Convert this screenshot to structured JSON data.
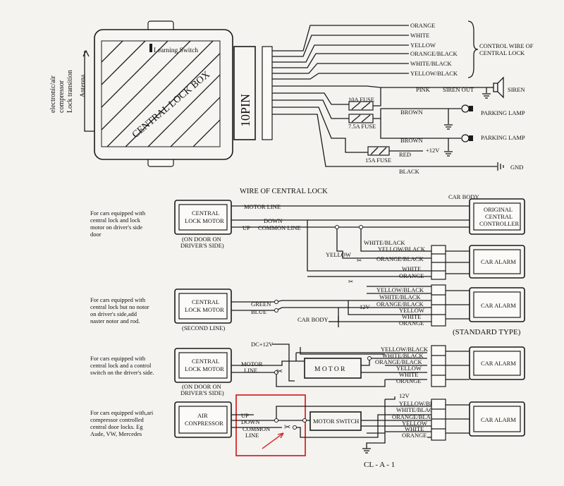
{
  "top": {
    "side_label_lines": [
      "electronic/air",
      "compressor",
      "Lock transition"
    ],
    "antenna": "Antenna",
    "learning_switch": "Learning Switch",
    "box_label": "CENTRAL LOCK BOX",
    "pin_label": "10PIN",
    "control_wires": [
      "ORANGE",
      "WHITE",
      "YELLOW",
      "ORANGE/BLACK",
      "WHITE/BLACK",
      "YELLOW/BLACK"
    ],
    "control_wire_note": [
      "CONTROL WIRE OF",
      "CENTRAL LOCK"
    ],
    "pink": "PINK",
    "siren_out": "SIREN OUT",
    "siren": "SIREN",
    "fuse_10a": "10A FUSE",
    "fuse_7a": "7.5A FUSE",
    "brown1": "BROWN",
    "brown2": "BROWN",
    "parking_lamp1": "PARKING LAMP",
    "parking_lamp2": "PARKING LAMP",
    "fuse_15a": "15A FUSE",
    "red": "RED",
    "plus12v": "+12V",
    "black": "BLACK",
    "gnd": "GND"
  },
  "section1": {
    "title": "WIRE OF CENTRAL LOCK",
    "car_body": "CAR BODY",
    "desc": [
      "For cars equipped with",
      "central lock and lock",
      "motor on driver's side",
      "door"
    ],
    "motor_box": [
      "CENTRAL",
      "LOCK MOTOR"
    ],
    "motor_note": [
      "(ON DOOR ON",
      "DRIVER'S SIDE)"
    ],
    "motor_line": "MOTOR LINE",
    "down": "DOWN",
    "up": "UP",
    "common_line": "COMMON LINE",
    "controller_box": [
      "ORIGINAL",
      "CENTRAL",
      "CONTROLLER"
    ],
    "white_black": "WHITE/BLACK",
    "yellow": "YELLOW",
    "alarm_wires": [
      "YELLOW/BLACK",
      "ORANGE/BLACK",
      "WHITE",
      "ORANGE"
    ],
    "car_alarm": "CAR ALARM"
  },
  "section2": {
    "desc": [
      "For cars equipped with",
      "central lock but no notor",
      "on driver's side,add",
      "naster notor and rod."
    ],
    "motor_box": [
      "CENTRAL",
      "LOCK MOTOR"
    ],
    "second_line": "(SECOND LINE)",
    "green": "GREEN",
    "blue": "BLUE",
    "v12": "12V",
    "car_body": "CAR BODY",
    "alarm_wires": [
      "YELLOW/BLACK",
      "WHITE/BLACK",
      "ORANGE/BLACK",
      "YELLOW",
      "WHITE",
      "ORANGE"
    ],
    "car_alarm": "CAR ALARM",
    "standard_type": "(STANDARD TYPE)"
  },
  "section3": {
    "desc": [
      "For cars equipped with",
      "central lock and a control",
      "switch on the driver's side."
    ],
    "motor_box": [
      "CENTRAL",
      "LOCK MOTOR"
    ],
    "motor_note": [
      "(ON DOOR ON",
      "DRIVER'S SIDE)"
    ],
    "dc12v": "DC+12V",
    "motor_line": [
      "MOTOR",
      "LINE"
    ],
    "motor": "M O T O R",
    "alarm_wires": [
      "YELLOW/BLACK",
      "WHITE/BLACK",
      "ORANGE/BLACK",
      "YELLOW",
      "WHITE",
      "ORANGE"
    ],
    "car_alarm": "CAR ALARM"
  },
  "section4": {
    "desc": [
      "For cars equipped with,ari",
      "compressor controlled",
      "central door locks. Eg",
      "Aude, VW, Mercedes"
    ],
    "compressor_box": [
      "AIR",
      "CONPRESSOR"
    ],
    "up": "UP",
    "down": "DOWN",
    "common": "COMMON",
    "line": "LINE",
    "motor_switch": "MOTOR SWITCH",
    "v12": "12V",
    "alarm_wires": [
      "YELLOW/BLACK",
      "WHITE/BLACK",
      "ORANGE/BLACK",
      "YELLOW",
      "WHITE",
      "ORANGE"
    ],
    "car_alarm": "CAR ALARM"
  },
  "footer": {
    "code": "CL - A - 1"
  },
  "colors": {
    "ink": "#1a1a1a",
    "paper": "#f4f3ef",
    "highlight": "#d42a2a"
  }
}
